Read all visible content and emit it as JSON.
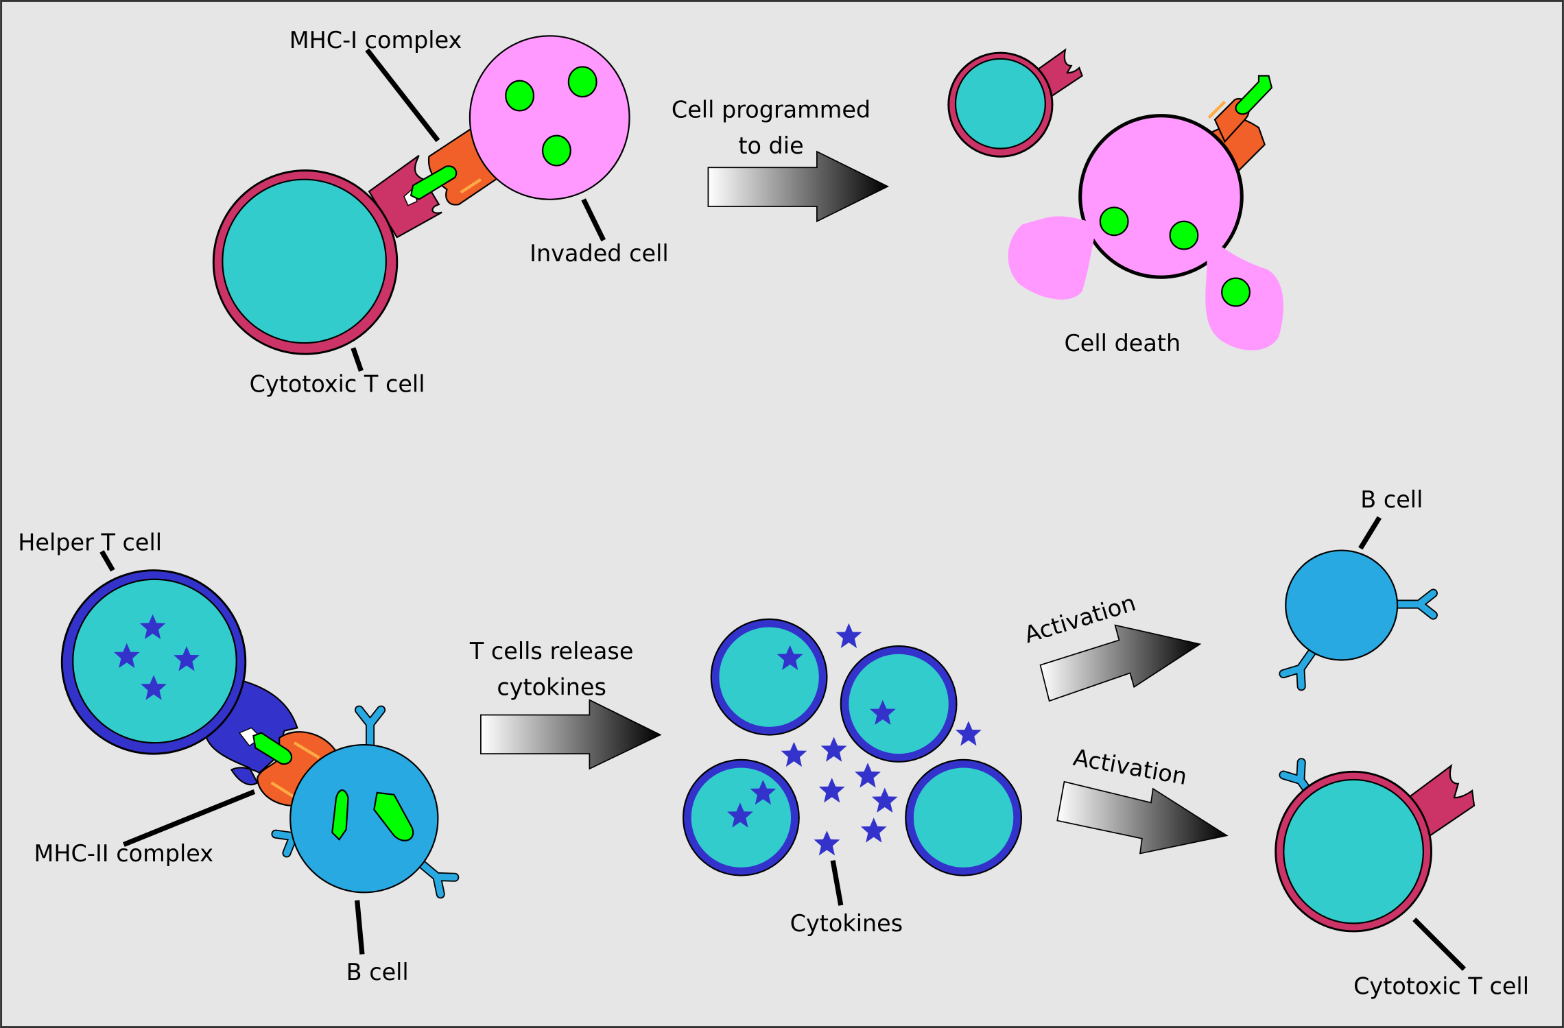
{
  "figure": {
    "top_panel": {
      "labels": {
        "mhc1": "MHC-I complex",
        "invaded_cell": "Invaded cell",
        "cytotoxic_t_cell": "Cytotoxic T cell",
        "process_line1": "Cell programmed",
        "process_line2": "to die",
        "result": "Cell death"
      }
    },
    "bottom_panel": {
      "labels": {
        "helper_t_cell": "Helper T cell",
        "mhc2": "MHC-II complex",
        "b_cell": "B cell",
        "process_line1": "T cells release",
        "process_line2": "cytokines",
        "cytokines": "Cytokines",
        "activation_top": "Activation",
        "activation_bottom": "Activation",
        "result_b_cell": "B cell",
        "result_cytotoxic": "Cytotoxic T cell"
      }
    },
    "colors": {
      "background": "#e6e6e6",
      "t_cell_membrane": "#cc3366",
      "cytoplasm": "#33cccc",
      "invaded_cell": "#ff99ff",
      "antigen": "#00ff00",
      "mhc": "#f06028",
      "helper_membrane": "#3333cc",
      "b_cell": "#29a9e1",
      "cytokine": "#3333cc"
    }
  }
}
